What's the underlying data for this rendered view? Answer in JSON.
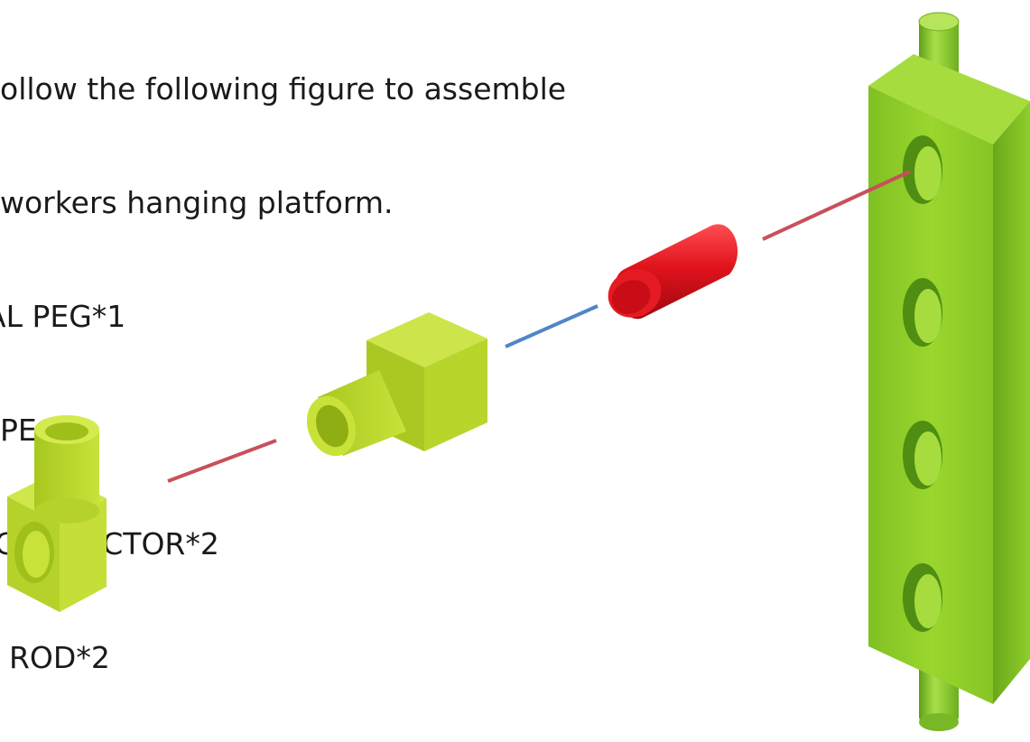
{
  "instructions": {
    "intro_line_1": "ollow the following figure to assemble",
    "intro_line_2": "workers hanging platform.",
    "parts": [
      "AL PEG*1",
      "PEG*1",
      "CONNECTOR*2",
      "ROD*2"
    ]
  },
  "colors": {
    "text": "#1a1a1a",
    "part_green": "#9fd42a",
    "part_yellow_green": "#c3e23a",
    "peg_red": "#e0131c",
    "guide_red": "#c8505a",
    "guide_blue": "#4f86c6"
  }
}
